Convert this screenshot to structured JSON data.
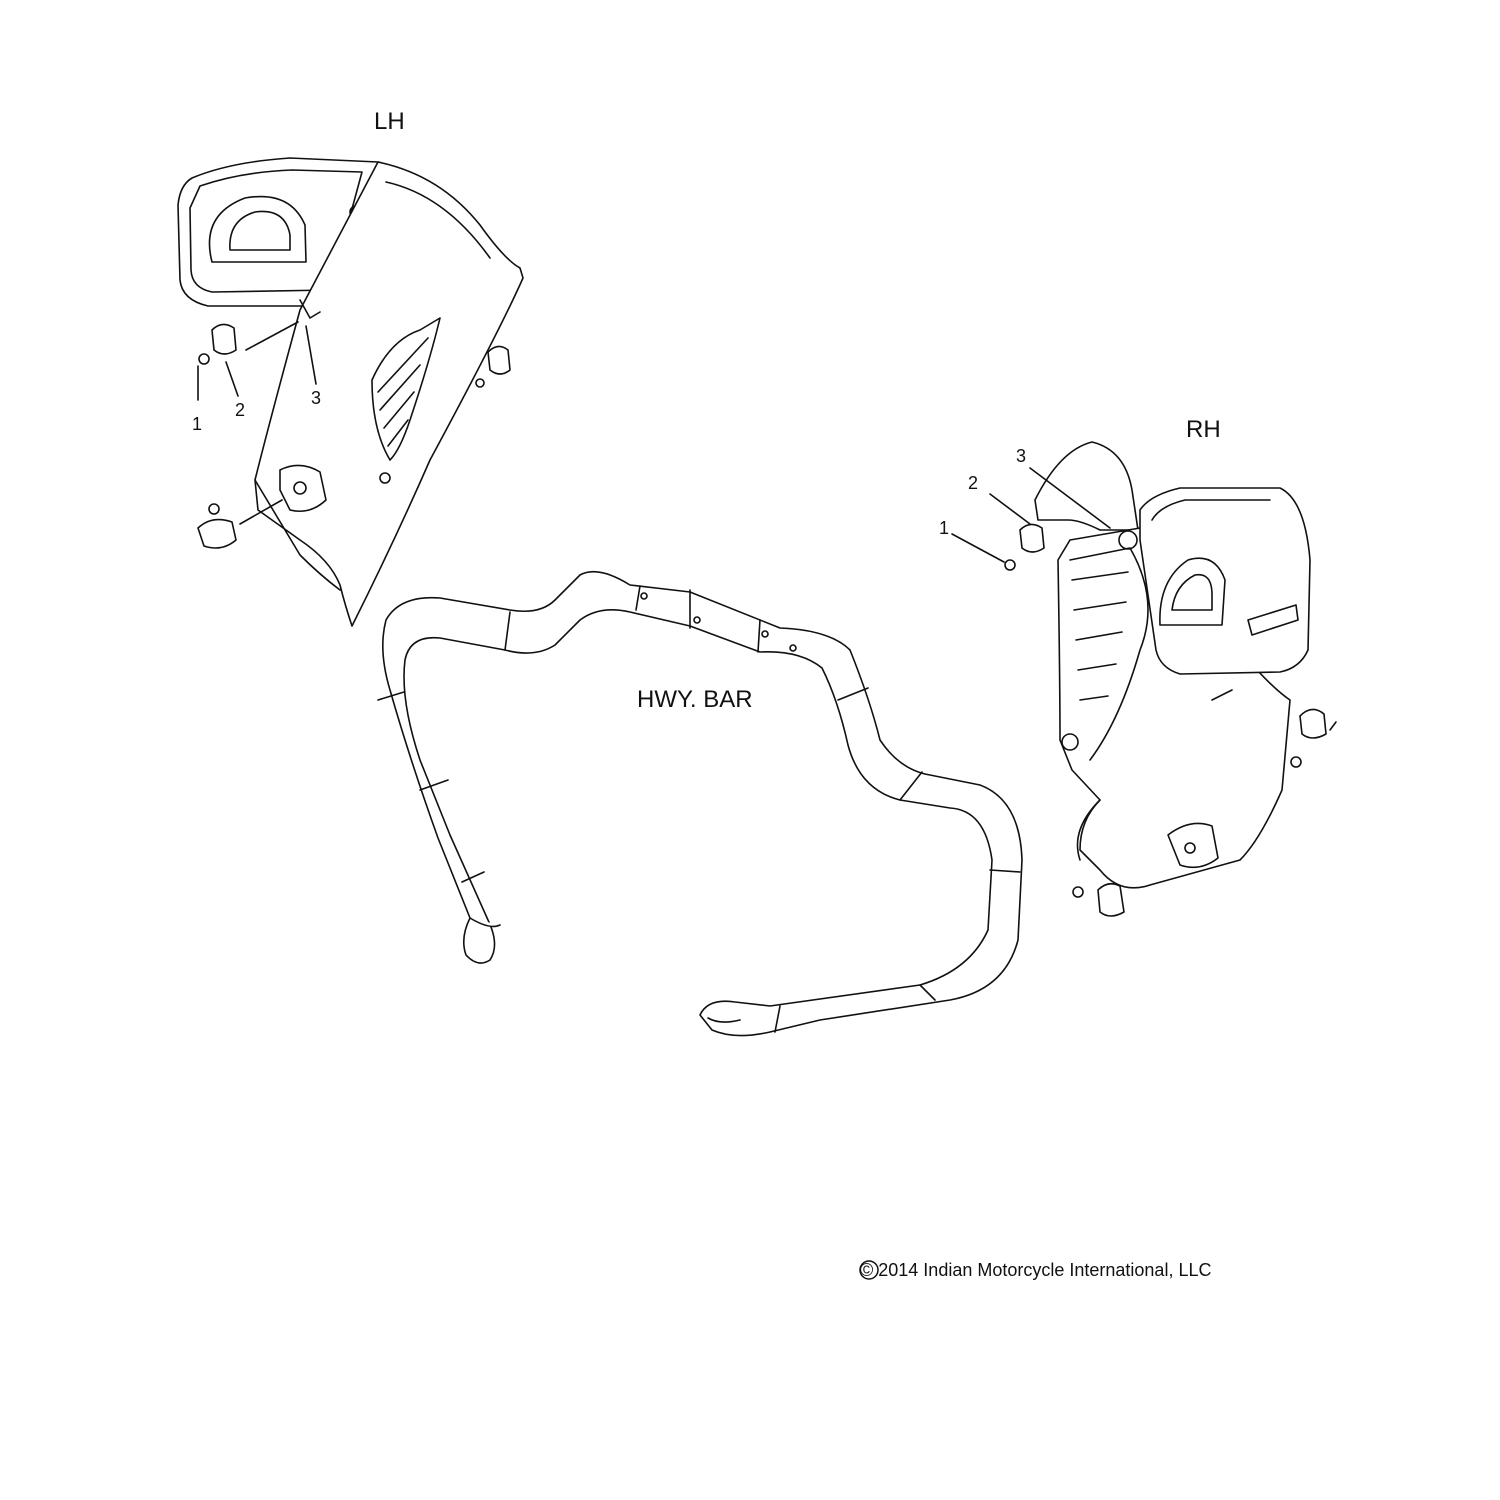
{
  "labels": {
    "lh": "LH",
    "rh": "RH",
    "hwy_bar": "HWY. BAR"
  },
  "callouts": {
    "lh": [
      "1",
      "2",
      "3"
    ],
    "rh": [
      "1",
      "2",
      "3"
    ]
  },
  "footer": {
    "copyright": "© 2014 Indian Motorcycle International, LLC"
  }
}
